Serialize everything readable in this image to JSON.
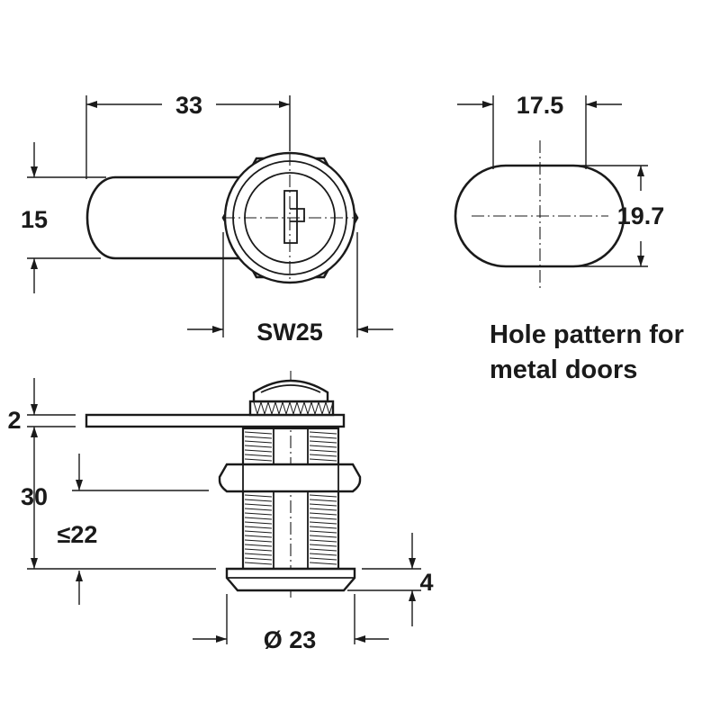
{
  "dimensions": {
    "cam_length": "33",
    "cam_width": "15",
    "spanner_size": "SW25",
    "hole_width": "17.5",
    "hole_height": "19.7",
    "cam_thickness": "2",
    "body_length": "30",
    "max_panel": "≤22",
    "flange_height": "4",
    "flange_diameter": "Ø 23"
  },
  "caption": {
    "line1": "Hole pattern for",
    "line2": "metal doors"
  },
  "colors": {
    "ink": "#1a1a1a",
    "background": "#ffffff"
  }
}
